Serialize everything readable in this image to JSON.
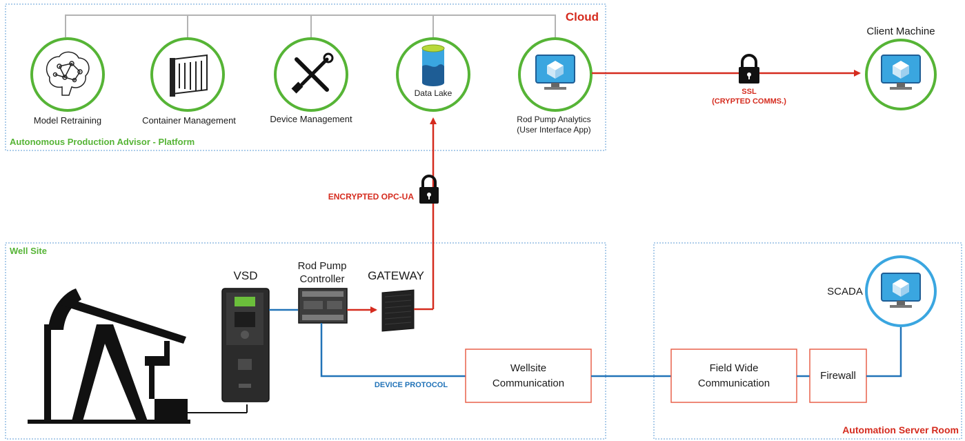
{
  "colors": {
    "green": "#56b436",
    "red": "#d52b1e",
    "blue": "#2173b8",
    "light_blue": "#3aa6e0",
    "grey_line": "#b3b3b3",
    "dotted_border": "#5b9bd5",
    "orange_box": "#e8604a",
    "black": "#111111"
  },
  "cloud": {
    "title": "Cloud",
    "platform_label": "Autonomous Production Advisor - Platform",
    "nodes": [
      {
        "label": "Model Retraining",
        "icon": "brain-network-icon"
      },
      {
        "label": "Container Management",
        "icon": "container-icon"
      },
      {
        "label": "Device Management",
        "icon": "tools-icon"
      },
      {
        "label": "Data Lake",
        "icon": "data-lake-icon"
      },
      {
        "label_line1": "Rod Pump Analytics",
        "label_line2": "(User Interface App)",
        "icon": "monitor-cube-icon"
      }
    ]
  },
  "client": {
    "label": "Client Machine",
    "ssl_line1": "SSL",
    "ssl_line2": "(CRYPTED COMMS.)"
  },
  "link": {
    "opc_label": "ENCRYPTED OPC-UA",
    "device_protocol": "DEVICE PROTOCOL"
  },
  "wellsite": {
    "title": "Well Site",
    "vsd": "VSD",
    "rpc_line1": "Rod Pump",
    "rpc_line2": "Controller",
    "gateway": "GATEWAY",
    "wellsite_comm_line1": "Wellsite",
    "wellsite_comm_line2": "Communication"
  },
  "server_room": {
    "title": "Automation Server Room",
    "scada": "SCADA",
    "field_comm_line1": "Field Wide",
    "field_comm_line2": "Communication",
    "firewall": "Firewall"
  }
}
